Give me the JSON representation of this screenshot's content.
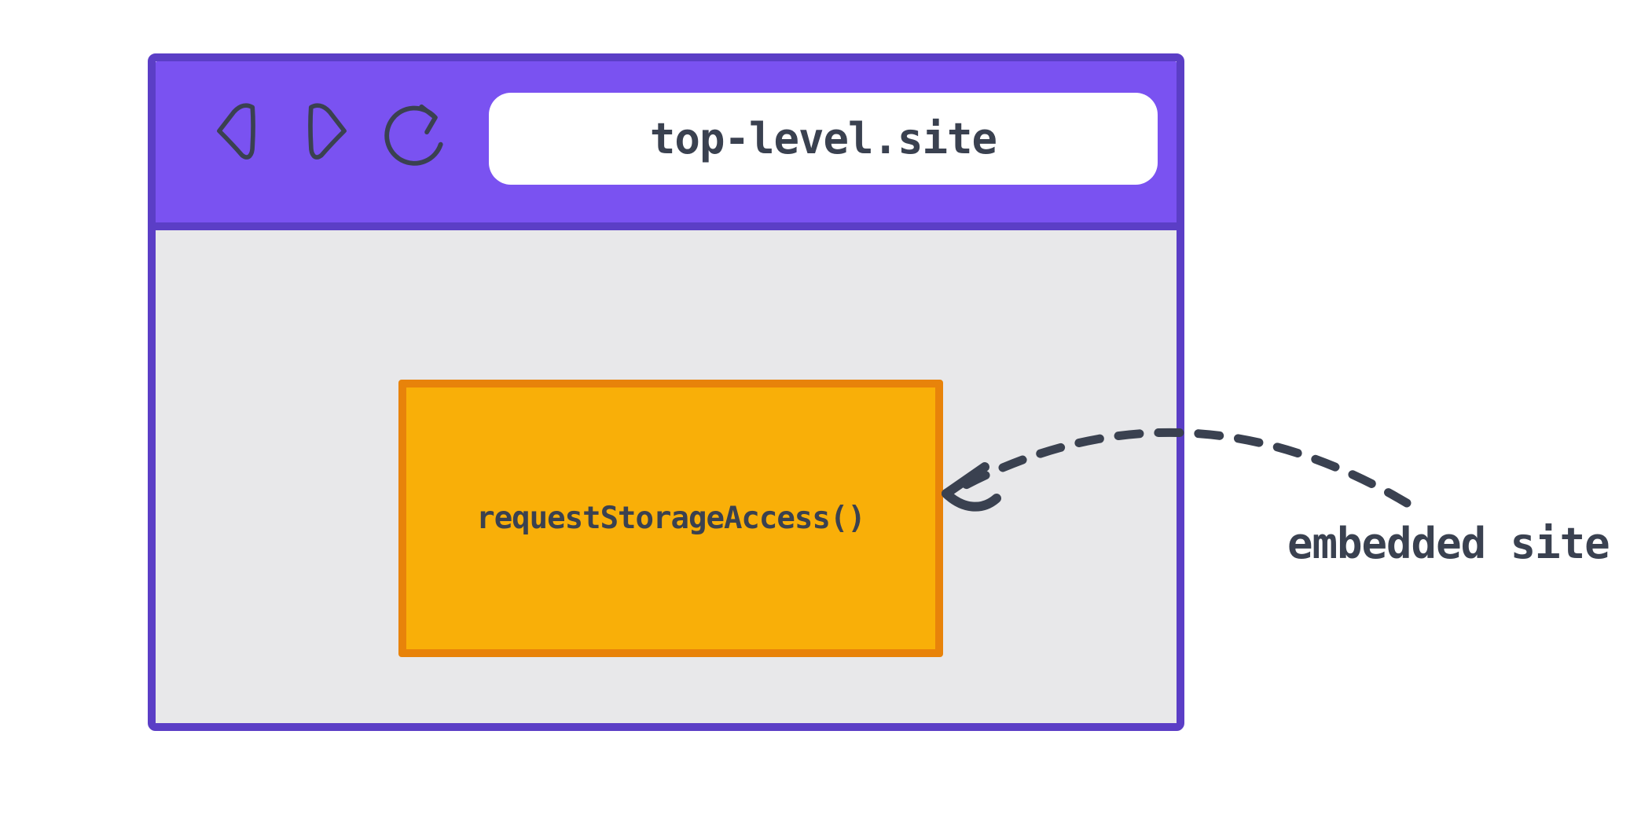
{
  "colors": {
    "ink": "#3a4150",
    "toolbar": "#7a52f1",
    "window-border": "#5b3ec6",
    "content-bg": "#e8e8ea",
    "address-bg": "#ffffff",
    "frame-fill": "#f9af08",
    "frame-border": "#e8830a",
    "page-bg": "#ffffff"
  },
  "browser_window": {
    "toolbar": {
      "icons": {
        "back": "back-icon",
        "forward": "forward-icon",
        "refresh": "refresh-icon"
      },
      "address_bar": {
        "url": "top-level.site"
      }
    },
    "content": {
      "embedded_frame": {
        "api_call": "requestStorageAccess()"
      }
    }
  },
  "annotation": {
    "label": "embedded site"
  }
}
